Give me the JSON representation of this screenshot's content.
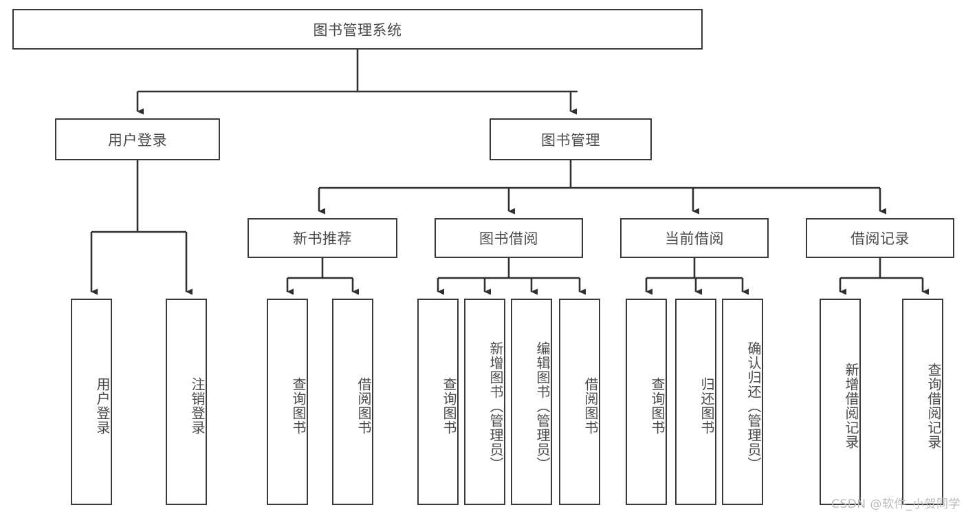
{
  "diagram": {
    "type": "tree-hierarchy",
    "title": "图书管理系统",
    "root": {
      "label": "图书管理系统"
    },
    "level1": [
      {
        "label": "用户登录"
      },
      {
        "label": "图书管理"
      }
    ],
    "level2": [
      {
        "label": "新书推荐"
      },
      {
        "label": "图书借阅"
      },
      {
        "label": "当前借阅"
      },
      {
        "label": "借阅记录"
      }
    ],
    "leaves": {
      "user_login": [
        {
          "label": "用户登录"
        },
        {
          "label": "注销登录"
        }
      ],
      "new_book_recommend": [
        {
          "label": "查询图书"
        },
        {
          "label": "借阅图书"
        }
      ],
      "book_borrow": [
        {
          "label": "查询图书"
        },
        {
          "label": "新增图书（管理员）"
        },
        {
          "label": "编辑图书（管理员）"
        },
        {
          "label": "借阅图书"
        }
      ],
      "current_borrow": [
        {
          "label": "查询图书"
        },
        {
          "label": "归还图书"
        },
        {
          "label": "确认归还（管理员）"
        }
      ],
      "borrow_record": [
        {
          "label": "新增借阅记录"
        },
        {
          "label": "查询借阅记录"
        }
      ]
    },
    "watermark": "CSDN @软件_小贺同学",
    "colors": {
      "border": "#3a3a3a",
      "text": "#4a4a4a",
      "background": "#ffffff",
      "connector": "#2f2f2f",
      "watermark": "#b9b9b9"
    }
  }
}
